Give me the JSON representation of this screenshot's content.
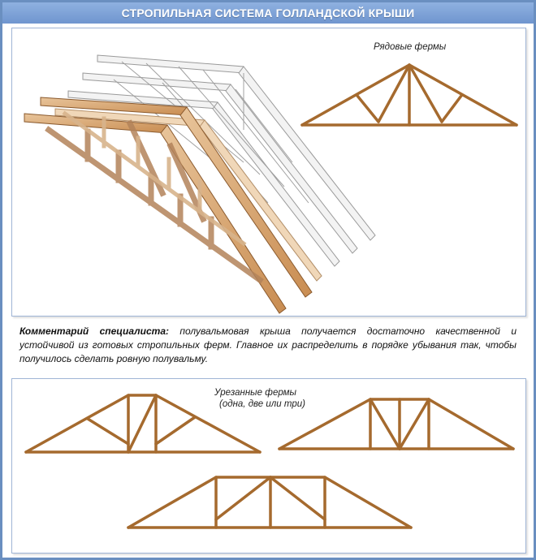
{
  "header": {
    "title": "СТРОПИЛЬНАЯ СИСТЕМА ГОЛЛАНДСКОЙ КРЫШИ"
  },
  "top_panel": {
    "label_common_trusses": "Рядовые фермы"
  },
  "comment": {
    "lead": "Комментарий специалиста:",
    "text": " полувальмовая крыша получается достаточно качественной и устойчивой из готовых стропильных ферм. Главное их распределить в порядке убывания так, чтобы получилось сделать ровную полувальму."
  },
  "bottom_panel": {
    "label_line1": "Урезанные фермы",
    "label_line2": "(одна, две или три)"
  },
  "colors": {
    "truss": "#a56a2e",
    "frame_border": "#6a8fc0",
    "header_bg": "#7ea2d8"
  }
}
